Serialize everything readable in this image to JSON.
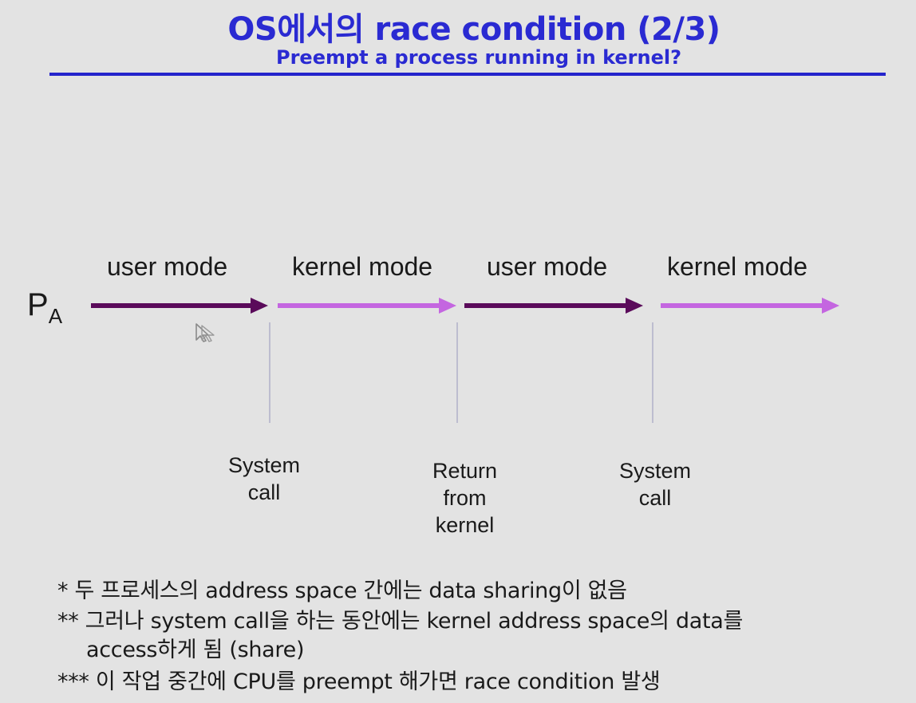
{
  "slide": {
    "title": "OS에서의  race condition (2/3)",
    "subtitle": "Preempt a process running in kernel?"
  },
  "diagram": {
    "process_label": "P",
    "process_subscript": "A",
    "segments": [
      {
        "label": "user mode",
        "color": "#5a0a5a"
      },
      {
        "label": "kernel mode",
        "color": "#c466e0"
      },
      {
        "label": "user mode",
        "color": "#5a0a5a"
      },
      {
        "label": "kernel mode",
        "color": "#c466e0"
      }
    ],
    "events": [
      {
        "lines": [
          "System",
          "call"
        ]
      },
      {
        "lines": [
          "Return",
          "from",
          "kernel"
        ]
      },
      {
        "lines": [
          "System",
          "call"
        ]
      }
    ]
  },
  "notes": [
    "*  두 프로세스의 address space 간에는 data sharing이 없음",
    "** 그러나 system call을 하는 동안에는 kernel address space의 data를",
    "access하게 됨 (share)",
    "*** 이 작업 중간에 CPU를 preempt 해가면 race condition 발생"
  ],
  "colors": {
    "title": "#2a2ad2",
    "rule": "#2424cc",
    "background": "#e3e3e3",
    "user_mode": "#5a0a5a",
    "kernel_mode": "#c466e0",
    "divider": "#b0b0c8"
  }
}
